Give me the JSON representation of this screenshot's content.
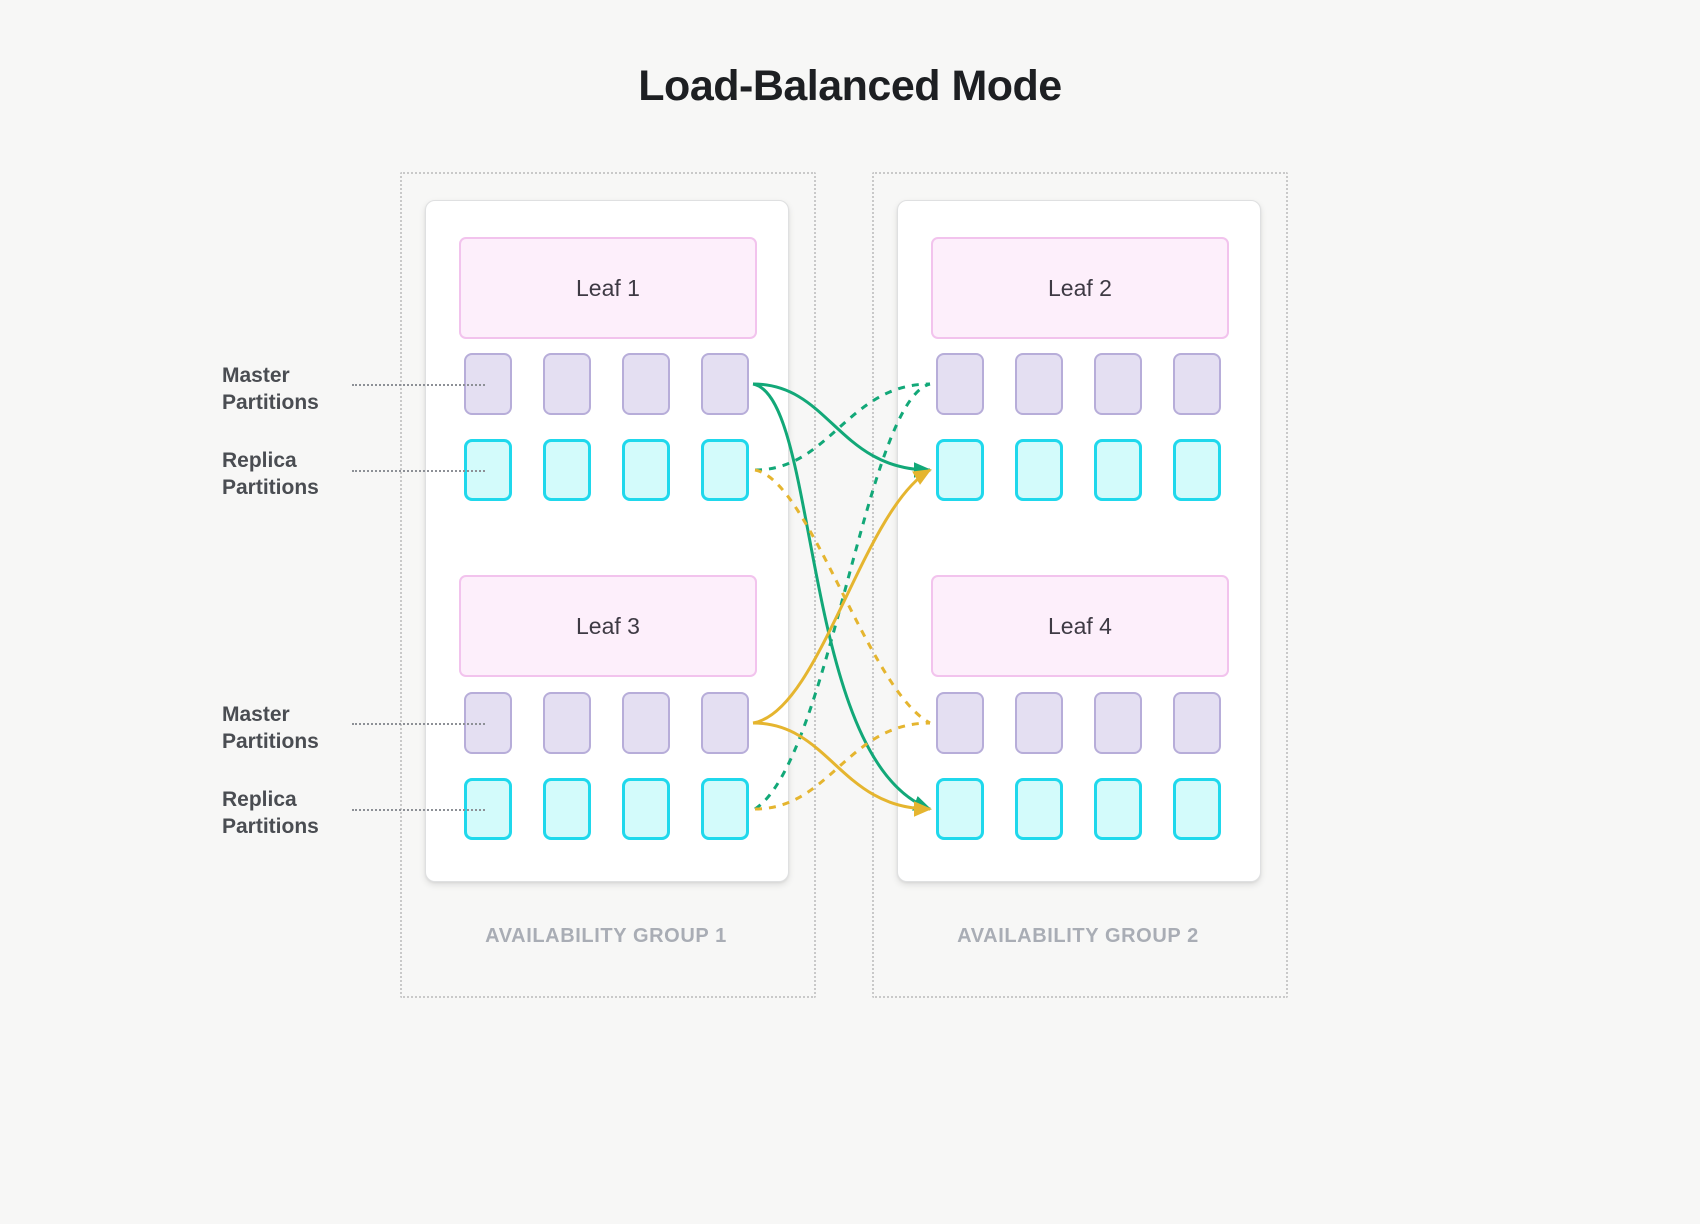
{
  "page": {
    "title": "Load-Balanced Mode",
    "background_color": "#f7f7f6"
  },
  "colors": {
    "title_text": "#1d1f22",
    "leaf_fill": "#fdeffb",
    "leaf_border": "#f2c3ed",
    "master_fill": "#e4dff2",
    "master_border": "#b7add9",
    "replica_fill": "#d3fbfb",
    "replica_border": "#1fd8ec",
    "card_bg": "#ffffff",
    "card_border": "#dfe0e1",
    "group_boundary": "#c9c9c9",
    "group_label_text": "#a9adb5",
    "leader_label_text": "#4a4d52",
    "leader_line": "#8d9096",
    "flow_green": "#12a878",
    "flow_yellow": "#e5b52f"
  },
  "availability_groups": [
    {
      "id": "ag1",
      "label": "AVAILABILITY GROUP 1",
      "leaves": [
        {
          "id": "leaf-1",
          "label": "Leaf 1",
          "rows": [
            {
              "type": "master",
              "label": "Master Partitions",
              "count": 4
            },
            {
              "type": "replica",
              "label": "Replica Partitions",
              "count": 4
            }
          ]
        },
        {
          "id": "leaf-3",
          "label": "Leaf 3",
          "rows": [
            {
              "type": "master",
              "label": "Master Partitions",
              "count": 4
            },
            {
              "type": "replica",
              "label": "Replica Partitions",
              "count": 4
            }
          ]
        }
      ]
    },
    {
      "id": "ag2",
      "label": "AVAILABILITY GROUP 2",
      "leaves": [
        {
          "id": "leaf-2",
          "label": "Leaf 2",
          "rows": [
            {
              "type": "master",
              "label": "Master Partitions",
              "count": 4
            },
            {
              "type": "replica",
              "label": "Replica Partitions",
              "count": 4
            }
          ]
        },
        {
          "id": "leaf-4",
          "label": "Leaf 4",
          "rows": [
            {
              "type": "master",
              "label": "Master Partitions",
              "count": 4
            },
            {
              "type": "replica",
              "label": "Replica Partitions",
              "count": 4
            }
          ]
        }
      ]
    }
  ],
  "annotations": [
    {
      "id": "label-master-top",
      "line1": "Master",
      "line2": "Partitions"
    },
    {
      "id": "label-replica-top",
      "line1": "Replica",
      "line2": "Partitions"
    },
    {
      "id": "label-master-bot",
      "line1": "Master",
      "line2": "Partitions"
    },
    {
      "id": "label-replica-bot",
      "line1": "Replica",
      "line2": "Partitions"
    }
  ],
  "flows": [
    {
      "id": "green-solid-leaf1-master-to-leaf2-replica",
      "color": "#12a878",
      "style": "solid",
      "arrow": true,
      "from": "leaf-1 master",
      "to": "leaf-2 replica"
    },
    {
      "id": "green-solid-leaf1-master-to-leaf4-replica",
      "color": "#12a878",
      "style": "solid",
      "arrow": true,
      "from": "leaf-1 master",
      "to": "leaf-4 replica"
    },
    {
      "id": "green-dashed-leaf1-replica-to-leaf2-master",
      "color": "#12a878",
      "style": "dashed",
      "arrow": false,
      "from": "leaf-1 replica",
      "to": "leaf-2 master"
    },
    {
      "id": "green-dashed-leaf3-replica-to-leaf2-master",
      "color": "#12a878",
      "style": "dashed",
      "arrow": false,
      "from": "leaf-3 replica",
      "to": "leaf-2 master"
    },
    {
      "id": "yellow-solid-leaf3-master-to-leaf2-replica",
      "color": "#e5b52f",
      "style": "solid",
      "arrow": true,
      "from": "leaf-3 master",
      "to": "leaf-2 replica"
    },
    {
      "id": "yellow-solid-leaf3-master-to-leaf4-replica",
      "color": "#e5b52f",
      "style": "solid",
      "arrow": true,
      "from": "leaf-3 master",
      "to": "leaf-4 replica"
    },
    {
      "id": "yellow-dashed-leaf1-replica-to-leaf4-master",
      "color": "#e5b52f",
      "style": "dashed",
      "arrow": false,
      "from": "leaf-1 replica",
      "to": "leaf-4 master"
    },
    {
      "id": "yellow-dashed-leaf3-replica-to-leaf4-master",
      "color": "#e5b52f",
      "style": "dashed",
      "arrow": false,
      "from": "leaf-3 replica",
      "to": "leaf-4 master"
    }
  ]
}
